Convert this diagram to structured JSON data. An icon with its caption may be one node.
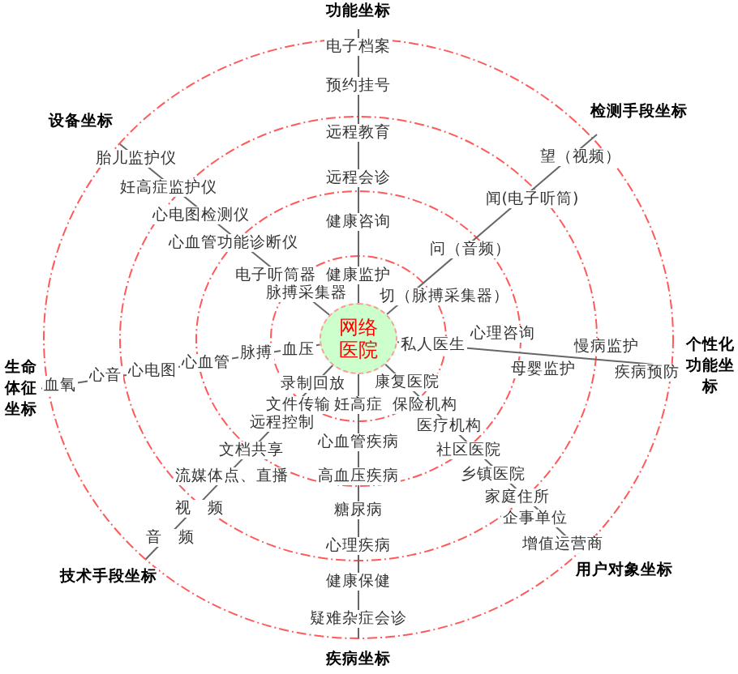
{
  "diagram": {
    "nodes": [
      {
        "text": [
          "网络医院"
        ]
      }
    ],
    "labels": [
      "功能坐标",
      "电子档案",
      "预约挂号",
      "检测手段坐标",
      "设备坐标",
      "远程教育",
      "望（视频）",
      "胎儿监护仪",
      "远程会诊",
      "妊高症监护仪",
      "闻(电子听筒)",
      "心电图检测仪",
      "健康咨询",
      "心血管功能诊断仪",
      "问（音频）",
      "电子听筒器",
      "健康监护",
      "脉搏采集器",
      "切（脉搏采集器）",
      "心理咨询",
      "个性化功能坐标",
      "私人医生",
      "慢病监护",
      "血压",
      "脉搏",
      "心血管",
      "母婴监护",
      "心电图",
      "疾病预防",
      "心音",
      "生命体征坐标",
      "血氧",
      "康复医院",
      "录制回放",
      "保险机构",
      "文件传输",
      "妊高症",
      "远程控制",
      "医疗机构",
      "心血管疾病",
      "文档共享",
      "社区医院",
      "乡镇医院",
      "流媒体点、直播",
      "高血压疾病",
      "家庭住所",
      "视频",
      "糖尿病",
      "企事单位",
      "音频",
      "增值运营商",
      "心理疾病",
      "用户对象坐标",
      "技术手段坐标",
      "健康保健",
      "疑难杂症会诊",
      "疾病坐标"
    ]
  }
}
